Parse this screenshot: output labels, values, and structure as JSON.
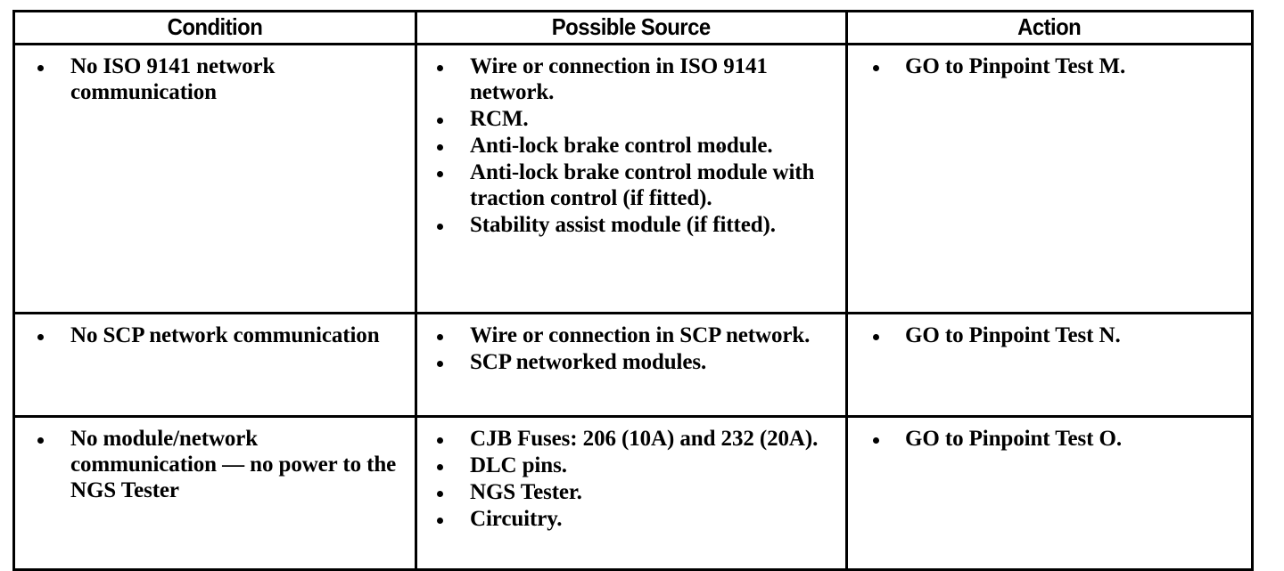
{
  "document": {
    "kind": "diagnostic-symptom-chart",
    "columns": [
      "Condition",
      "Possible Source",
      "Action"
    ]
  },
  "table": {
    "headers": {
      "condition": "Condition",
      "possible_source": "Possible Source",
      "action": "Action"
    },
    "rows": [
      {
        "condition": [
          "No ISO 9141 network communication"
        ],
        "possible_source": [
          "Wire or connection in ISO 9141 network.",
          "RCM.",
          "Anti-lock brake control module.",
          "Anti-lock brake control module with traction control (if fitted).",
          "Stability assist module (if fitted)."
        ],
        "action": [
          "GO to Pinpoint Test M."
        ]
      },
      {
        "condition": [
          "No SCP network communication"
        ],
        "possible_source": [
          "Wire or connection in SCP network.",
          "SCP networked modules."
        ],
        "action": [
          "GO to Pinpoint Test N."
        ]
      },
      {
        "condition": [
          "No module/network communication — no power to the NGS Tester"
        ],
        "possible_source": [
          "CJB Fuses: 206 (10A) and 232 (20A).",
          "DLC pins.",
          "NGS Tester.",
          "Circuitry."
        ],
        "action": [
          "GO to Pinpoint Test O."
        ]
      }
    ]
  },
  "style": {
    "ink_color": "#000000",
    "page_color": "#ffffff"
  }
}
